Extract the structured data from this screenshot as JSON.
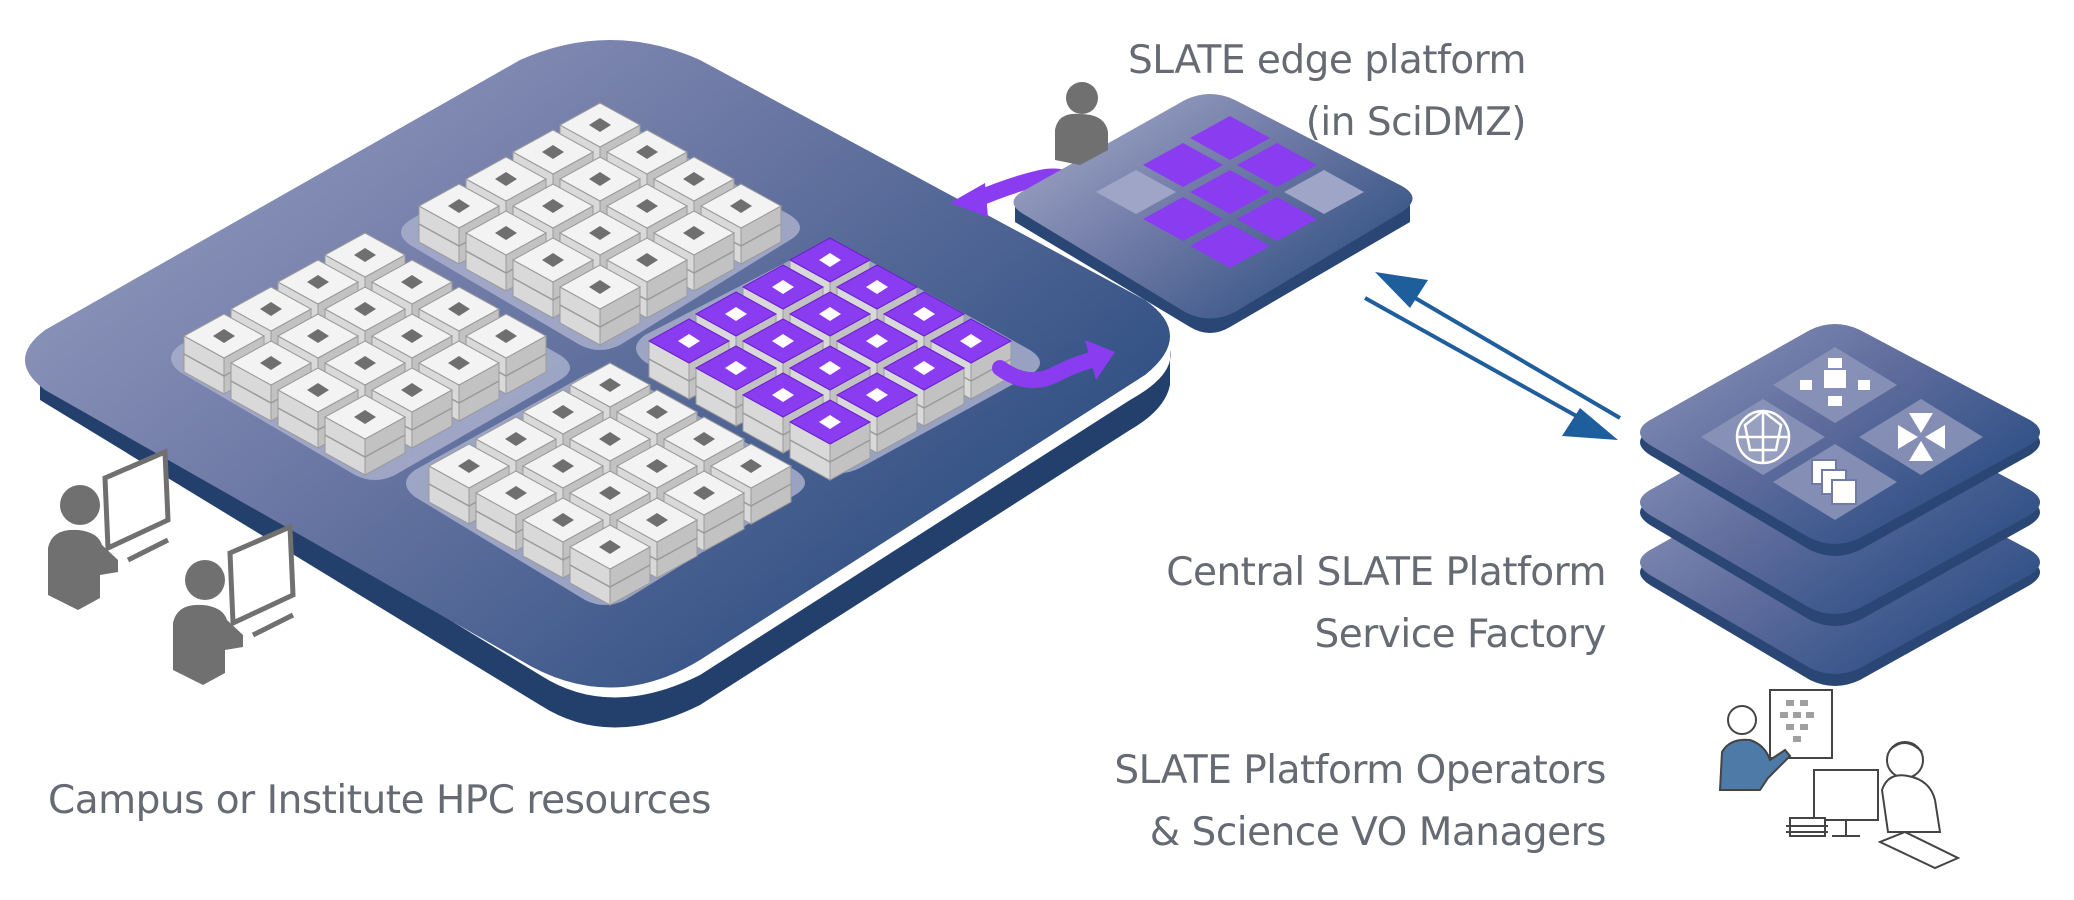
{
  "labels": {
    "edge_line1": "SLATE edge platform",
    "edge_line2": "(in SciDMZ)",
    "central_line1": "Central SLATE Platform",
    "central_line2": "Service Factory",
    "operators_line1": "SLATE Platform Operators",
    "operators_line2": "& Science VO Managers",
    "campus": "Campus or Institute HPC resources"
  },
  "colors": {
    "platform_dark": "#274a7e",
    "platform_mid": "#6f7aa6",
    "platform_light": "#9ea5c6",
    "inner_panel": "#a8aecb",
    "accent_purple": "#8a3cf0",
    "arrow_blue": "#1f5e9c",
    "server_light": "#eeeeee",
    "server_dark": "#bdbdbd",
    "person_gray": "#707070",
    "label_gray": "#666b73"
  },
  "icons": [
    "person-icon",
    "computer-user-icon",
    "network-sphere-icon",
    "hierarchy-icon",
    "compress-arrows-icon",
    "stack-copy-icon",
    "operators-illustration"
  ]
}
